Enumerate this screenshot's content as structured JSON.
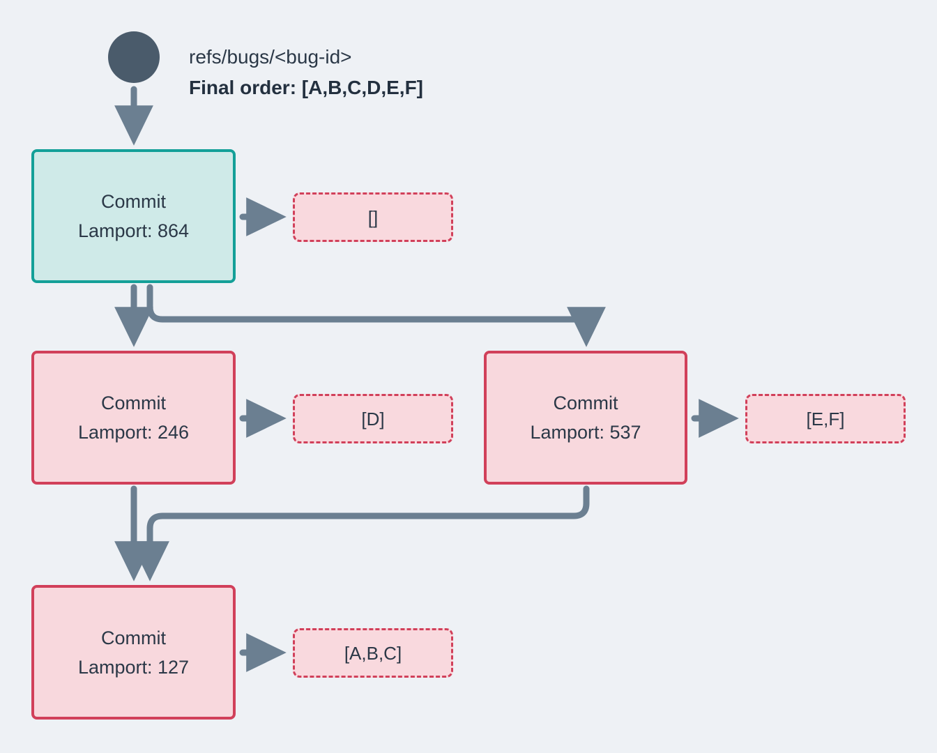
{
  "diagram": {
    "background_color": "#eef1f5",
    "start_node": {
      "name": "start-node",
      "shape": "circle",
      "color": "#4a5b6b"
    },
    "header": {
      "ref_label": "refs/bugs/<bug-id>",
      "final_order_label": "Final order: [A,B,C,D,E,F]"
    },
    "colors": {
      "teal_fill": "#cfeae8",
      "teal_border": "#14a098",
      "pink_fill": "#f8d8dd",
      "pink_border": "#d1405a",
      "op_fill": "#f9d9de",
      "op_border": "#d1405a",
      "edge": "#6b7f91",
      "text": "#2b3847"
    },
    "nodes": [
      {
        "id": "c864",
        "title": "Commit",
        "lamport": "Lamport: 864",
        "style": "teal",
        "ops": "[]"
      },
      {
        "id": "c246",
        "title": "Commit",
        "lamport": "Lamport: 246",
        "style": "pink",
        "ops": "[D]"
      },
      {
        "id": "c537",
        "title": "Commit",
        "lamport": "Lamport: 537",
        "style": "pink",
        "ops": "[E,F]"
      },
      {
        "id": "c127",
        "title": "Commit",
        "lamport": "Lamport: 127",
        "style": "pink",
        "ops": "[A,B,C]"
      }
    ],
    "edges": [
      {
        "from": "start-node",
        "to": "c864",
        "kind": "straight-down"
      },
      {
        "from": "c864",
        "to": "c246",
        "kind": "straight-down"
      },
      {
        "from": "c864",
        "to": "c537",
        "kind": "elbow-right-down"
      },
      {
        "from": "c246",
        "to": "c127",
        "kind": "straight-down"
      },
      {
        "from": "c537",
        "to": "c127",
        "kind": "elbow-left-down"
      },
      {
        "from": "c864",
        "to": "ops-864",
        "kind": "arrow-right"
      },
      {
        "from": "c246",
        "to": "ops-246",
        "kind": "arrow-right"
      },
      {
        "from": "c537",
        "to": "ops-537",
        "kind": "arrow-right"
      },
      {
        "from": "c127",
        "to": "ops-127",
        "kind": "arrow-right"
      }
    ]
  }
}
